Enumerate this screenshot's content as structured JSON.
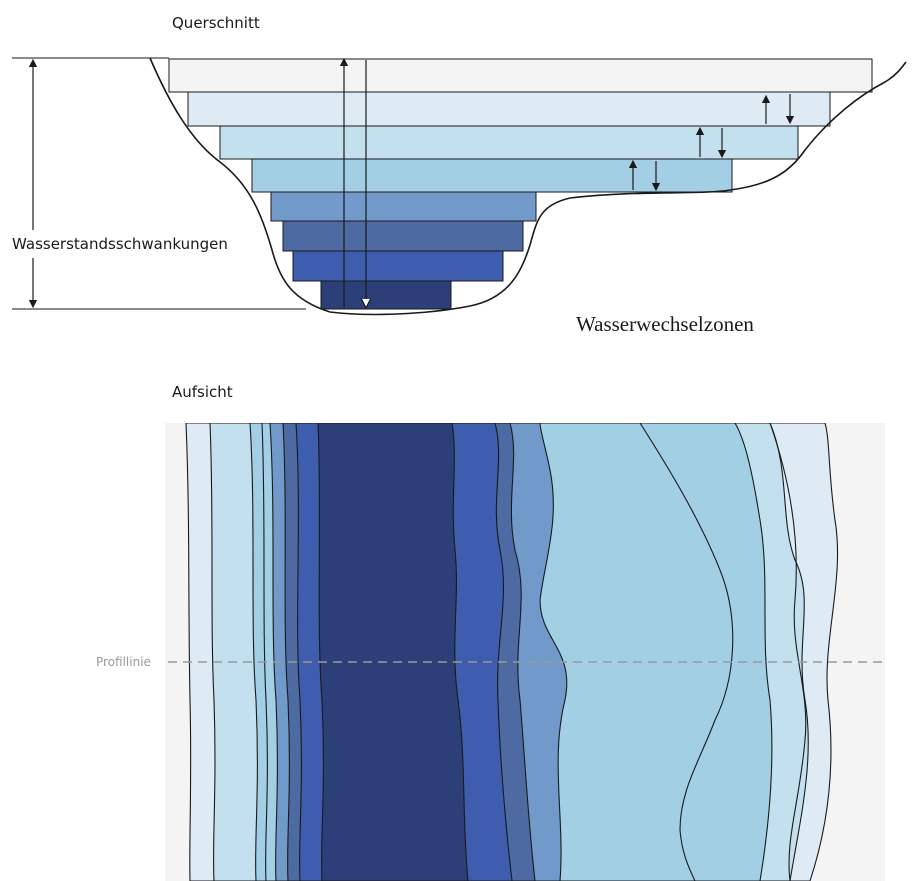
{
  "labels": {
    "cross_section_title": "Querschnitt",
    "water_level_fluctuation": "Wasserstandsschwankungen",
    "alternating_water_zones": "Wasserwechselzonen",
    "plan_view_title": "Aufsicht",
    "profile_line": "Profillinie"
  },
  "colors": {
    "zone_1": "#f4f4f4",
    "zone_2": "#deebf5",
    "zone_3": "#c3e0ee",
    "zone_4": "#a3cfe5",
    "zone_5": "#7199c9",
    "zone_6": "#4e6aa2",
    "zone_7": "#3f5daf",
    "zone_8": "#2c3f78",
    "outline": "#1a1a1a",
    "profile_line": "#9a9a9a"
  }
}
